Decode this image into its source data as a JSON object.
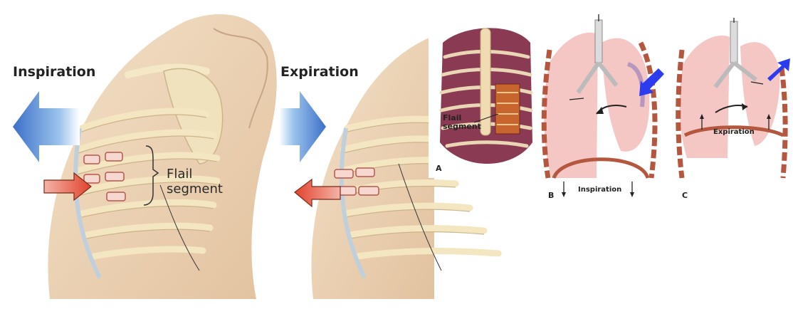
{
  "left_panel": {
    "inspiration_label": "Inspiration",
    "expiration_label": "Expiration",
    "flail_label_line1": "Flail",
    "flail_label_line2": "segment"
  },
  "right_panel": {
    "panel_a_letter": "A",
    "panel_a_flail_line1": "Flail",
    "panel_a_flail_line2": "segment",
    "panel_b_letter": "B",
    "panel_b_caption": "Inspiration",
    "panel_c_letter": "C",
    "panel_c_caption": "Expiration"
  },
  "colors": {
    "skin": "#ecd4b6",
    "bone": "#f4e8c6",
    "blue_arrow": "#4a86d2",
    "red_arrow": "#e2422c",
    "lung_pink": "#f4c6c4",
    "pleura": "#b5563e",
    "muscle": "#8a3a52",
    "pointer_blue": "#2b3cf0"
  }
}
